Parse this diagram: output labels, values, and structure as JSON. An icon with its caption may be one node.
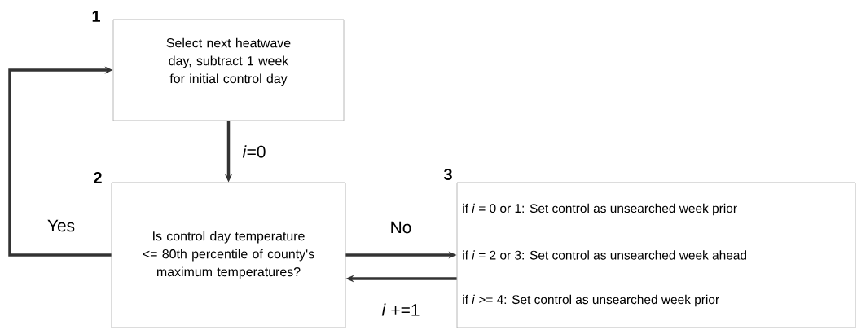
{
  "diagram": {
    "nodes": [
      {
        "text": [
          "1",
          "Select next heatwave day, subtract 1 week for initial control day"
        ]
      },
      {
        "text": [
          "2",
          "Is control day temperature <= 80th percentile of county's maximum temperatures?"
        ]
      },
      {
        "text": [
          "3",
          "if *i* = 0 or 1: Set control as unsearched week prior",
          "if *i* = 2 or 3: Set control as unsearched week ahead",
          "if *i* >= 4: Set control as unsearched week prior"
        ]
      }
    ],
    "edges": [
      {
        "from": 0,
        "to": 1,
        "arrow": "to",
        "label": "*i*=0"
      },
      {
        "from": 1,
        "to": 0,
        "arrow": "to",
        "label": "Yes"
      },
      {
        "from": 1,
        "to": 2,
        "arrow": "to",
        "label": "No"
      },
      {
        "from": 2,
        "to": 1,
        "arrow": "to",
        "label": "*i* +=1"
      }
    ]
  }
}
